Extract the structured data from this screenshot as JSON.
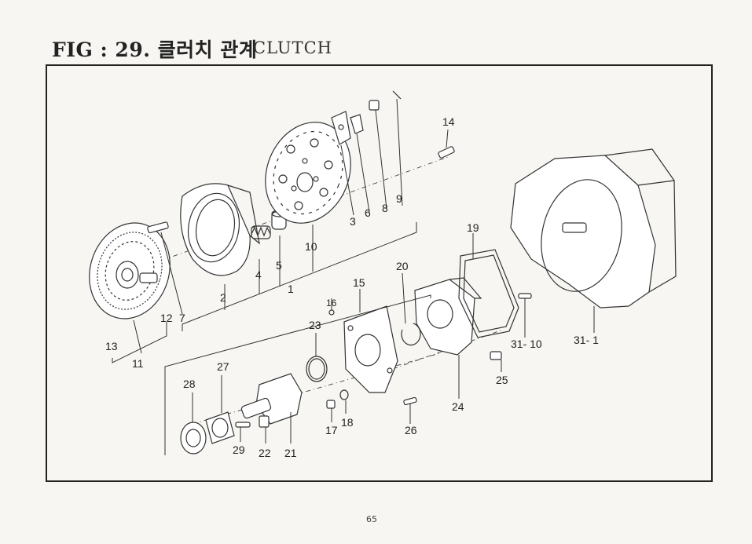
{
  "figure": {
    "title": "FIG : 29. 클러치 관계",
    "subtitle": "CLUTCH"
  },
  "page_number": "65",
  "parts": [
    {
      "id": "p1",
      "label": "1"
    },
    {
      "id": "p2",
      "label": "2"
    },
    {
      "id": "p3",
      "label": "3"
    },
    {
      "id": "p4",
      "label": "4"
    },
    {
      "id": "p5",
      "label": "5"
    },
    {
      "id": "p6",
      "label": "6"
    },
    {
      "id": "p7",
      "label": "7"
    },
    {
      "id": "p8",
      "label": "8"
    },
    {
      "id": "p9",
      "label": "9"
    },
    {
      "id": "p10",
      "label": "10"
    },
    {
      "id": "p11",
      "label": "11"
    },
    {
      "id": "p12",
      "label": "12"
    },
    {
      "id": "p13",
      "label": "13"
    },
    {
      "id": "p14",
      "label": "14"
    },
    {
      "id": "p15",
      "label": "15"
    },
    {
      "id": "p16",
      "label": "16"
    },
    {
      "id": "p17",
      "label": "17"
    },
    {
      "id": "p18",
      "label": "18"
    },
    {
      "id": "p19",
      "label": "19"
    },
    {
      "id": "p20",
      "label": "20"
    },
    {
      "id": "p21",
      "label": "21"
    },
    {
      "id": "p22",
      "label": "22"
    },
    {
      "id": "p23",
      "label": "23"
    },
    {
      "id": "p24",
      "label": "24"
    },
    {
      "id": "p25",
      "label": "25"
    },
    {
      "id": "p26",
      "label": "26"
    },
    {
      "id": "p27",
      "label": "27"
    },
    {
      "id": "p28",
      "label": "28"
    },
    {
      "id": "p29",
      "label": "29"
    },
    {
      "id": "p31_10",
      "label": "31- 10"
    },
    {
      "id": "p31_1",
      "label": "31- 1"
    }
  ]
}
